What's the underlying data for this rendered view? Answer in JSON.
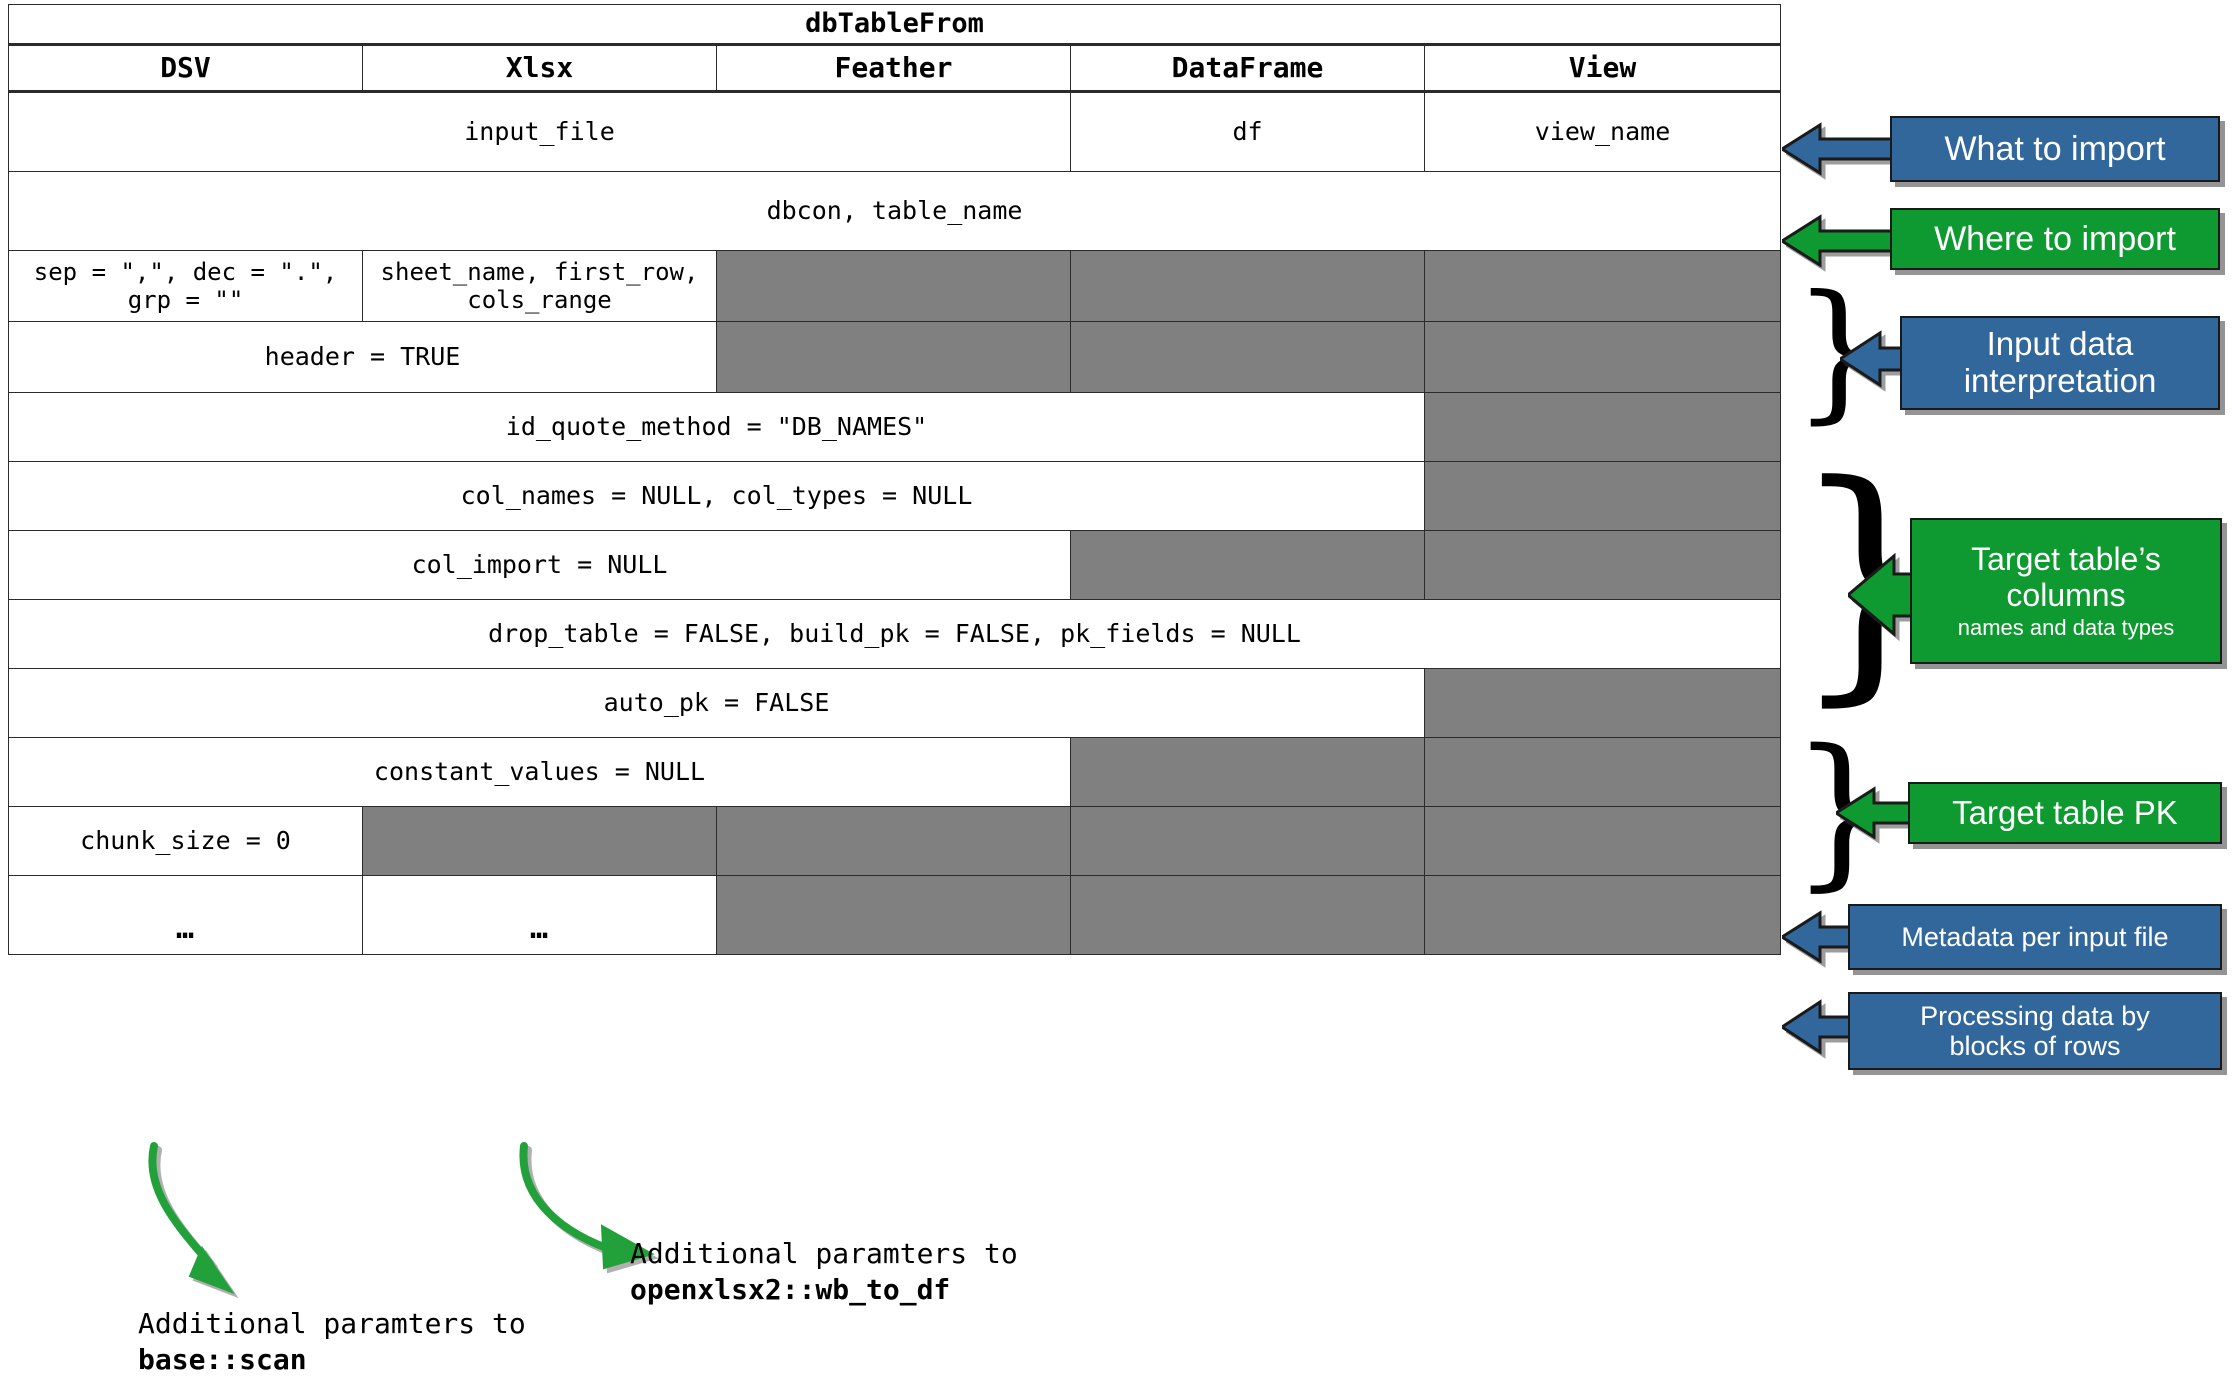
{
  "table": {
    "title": "dbTableFrom",
    "columns": [
      "DSV",
      "Xlsx",
      "Feather",
      "DataFrame",
      "View"
    ],
    "rows": [
      {
        "name": "row-input-source",
        "cells": [
          {
            "text": "input_file",
            "span": 3,
            "grey": false
          },
          {
            "text": "df",
            "span": 1,
            "grey": false
          },
          {
            "text": "view_name",
            "span": 1,
            "grey": false
          }
        ]
      },
      {
        "name": "row-destination",
        "cells": [
          {
            "text": "dbcon, table_name",
            "span": 5,
            "grey": false
          }
        ]
      },
      {
        "name": "row-parser-options",
        "cells": [
          {
            "text": "sep = \",\", dec = \".\",\ngrp = \"\"",
            "span": 1,
            "grey": false
          },
          {
            "text": "sheet_name, first_row,\ncols_range",
            "span": 1,
            "grey": false
          },
          {
            "text": "",
            "span": 1,
            "grey": true
          },
          {
            "text": "",
            "span": 1,
            "grey": true
          },
          {
            "text": "",
            "span": 1,
            "grey": true
          }
        ]
      },
      {
        "name": "row-header",
        "cells": [
          {
            "text": "header = TRUE",
            "span": 2,
            "grey": false
          },
          {
            "text": "",
            "span": 1,
            "grey": true
          },
          {
            "text": "",
            "span": 1,
            "grey": true
          },
          {
            "text": "",
            "span": 1,
            "grey": true
          }
        ]
      },
      {
        "name": "row-id-quote-method",
        "cells": [
          {
            "text": "id_quote_method = \"DB_NAMES\"",
            "span": 4,
            "grey": false
          },
          {
            "text": "",
            "span": 1,
            "grey": true
          }
        ]
      },
      {
        "name": "row-col-names-types",
        "cells": [
          {
            "text": "col_names = NULL, col_types = NULL",
            "span": 4,
            "grey": false
          },
          {
            "text": "",
            "span": 1,
            "grey": true
          }
        ]
      },
      {
        "name": "row-col-import",
        "cells": [
          {
            "text": "col_import = NULL",
            "span": 3,
            "grey": false
          },
          {
            "text": "",
            "span": 1,
            "grey": true
          },
          {
            "text": "",
            "span": 1,
            "grey": true
          }
        ]
      },
      {
        "name": "row-drop-build-pk",
        "cells": [
          {
            "text": "drop_table = FALSE, build_pk = FALSE, pk_fields = NULL",
            "span": 5,
            "grey": false
          }
        ]
      },
      {
        "name": "row-auto-pk",
        "cells": [
          {
            "text": "auto_pk = FALSE",
            "span": 4,
            "grey": false
          },
          {
            "text": "",
            "span": 1,
            "grey": true
          }
        ]
      },
      {
        "name": "row-constant-values",
        "cells": [
          {
            "text": "constant_values = NULL",
            "span": 3,
            "grey": false
          },
          {
            "text": "",
            "span": 1,
            "grey": true
          },
          {
            "text": "",
            "span": 1,
            "grey": true
          }
        ]
      },
      {
        "name": "row-chunk-size",
        "cells": [
          {
            "text": "chunk_size = 0",
            "span": 1,
            "grey": false
          },
          {
            "text": "",
            "span": 1,
            "grey": true
          },
          {
            "text": "",
            "span": 1,
            "grey": true
          },
          {
            "text": "",
            "span": 1,
            "grey": true
          },
          {
            "text": "",
            "span": 1,
            "grey": true
          }
        ]
      },
      {
        "name": "row-ellipsis",
        "cells": [
          {
            "text": "…",
            "span": 1,
            "grey": false,
            "dots": true
          },
          {
            "text": "…",
            "span": 1,
            "grey": false,
            "dots": true
          },
          {
            "text": "",
            "span": 1,
            "grey": true
          },
          {
            "text": "",
            "span": 1,
            "grey": true
          },
          {
            "text": "",
            "span": 1,
            "grey": true
          }
        ]
      }
    ]
  },
  "callouts": {
    "what_to_import": {
      "label": "What to import",
      "color": "#31679B"
    },
    "where_to_import": {
      "label": "Where to import",
      "color": "#0E9A30"
    },
    "input_data_interpretation": {
      "label": "Input data\ninterpretation",
      "line1": "Input data",
      "line2": "interpretation",
      "color": "#31679B"
    },
    "target_table_columns": {
      "line1": "Target table’s",
      "line2": "columns",
      "sub": "names and data types",
      "color": "#0E9A30"
    },
    "target_table_pk": {
      "label": "Target table PK",
      "color": "#0E9A30"
    },
    "metadata_per_input_file": {
      "label": "Metadata per input file",
      "color": "#31679B"
    },
    "processing_blocks": {
      "line1": "Processing data by",
      "line2": "blocks of rows",
      "color": "#31679B"
    }
  },
  "footnotes": {
    "dsv": {
      "line1": "Additional paramters to",
      "code": "base::scan"
    },
    "xlsx": {
      "line1": "Additional paramters to",
      "code": "openxlsx2::wb_to_df"
    }
  },
  "colors": {
    "blue": "#31679B",
    "green": "#0E9A30",
    "grey_cell": "#808080",
    "arrow_green": "#22a13a",
    "border": "#2b2b2b"
  }
}
